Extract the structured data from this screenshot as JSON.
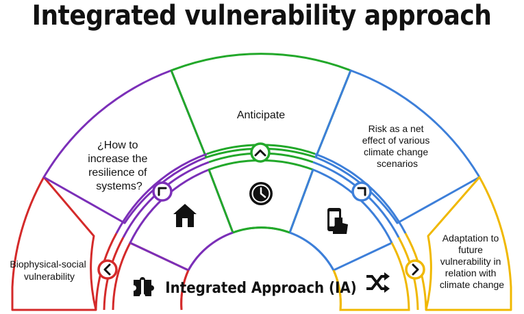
{
  "title": "Integrated vulnerability approach",
  "center_label": "Integrated Approach (IA)",
  "segments": [
    {
      "id": "biophysical",
      "label_lines": [
        "Biophysical-social",
        "vulnerability"
      ],
      "color": "#d42a2a",
      "icon": "puzzle-icon",
      "nav": "chevron-left-icon"
    },
    {
      "id": "resilience",
      "label_lines": [
        "¿How to",
        "increase the",
        "resilience of",
        "systems?"
      ],
      "color": "#7b2fb8",
      "icon": "home-icon",
      "nav": "chevron-up-left-icon"
    },
    {
      "id": "anticipate",
      "label_lines": [
        "Anticipate"
      ],
      "color": "#22a82a",
      "icon": "clock-icon",
      "nav": "chevron-up-icon"
    },
    {
      "id": "risk",
      "label_lines": [
        "Risk as a net",
        "effect of various",
        "climate change",
        "scenarios"
      ],
      "color": "#3d7fd9",
      "icon": "phone-touch-icon",
      "nav": "chevron-up-right-icon"
    },
    {
      "id": "adaptation",
      "label_lines": [
        "Adaptation to",
        "future",
        "vulnerability in",
        "relation with",
        "climate change"
      ],
      "color": "#f0b800",
      "icon": "shuffle-icon",
      "nav": "chevron-right-icon"
    }
  ]
}
